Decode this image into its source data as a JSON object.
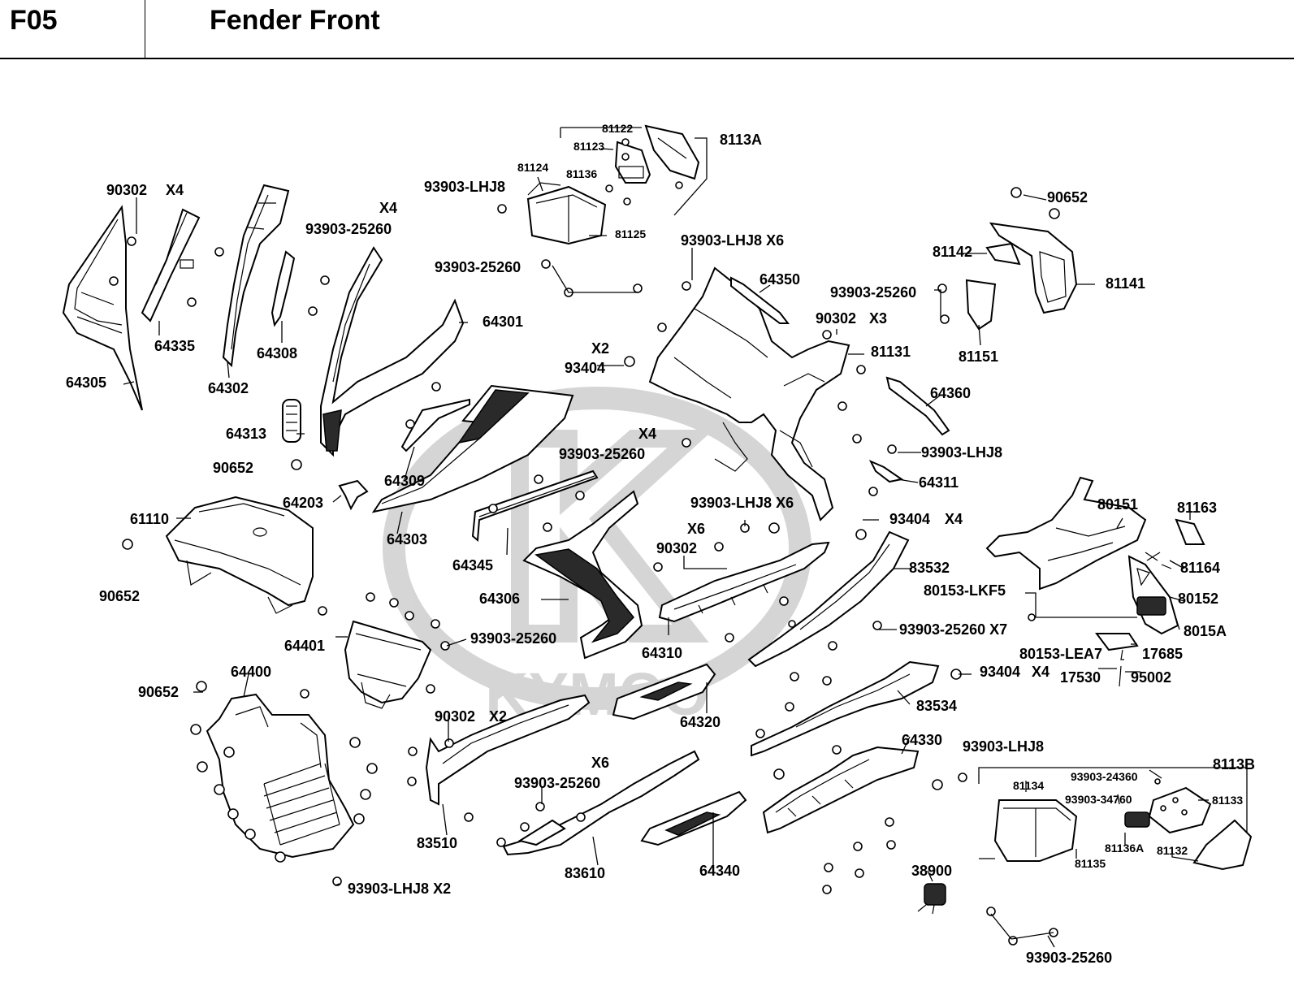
{
  "header": {
    "code": "F05",
    "title": "Fender Front"
  },
  "watermark": "KYMCO",
  "labels": {
    "l_90302_x4": "90302",
    "l_x4_a": "X4",
    "l_64305": "64305",
    "l_64335": "64335",
    "l_64302": "64302",
    "l_64308": "64308",
    "l_x4_b": "X4",
    "l_93903_25260_a": "93903-25260",
    "l_64301": "64301",
    "l_64313": "64313",
    "l_90652_a": "90652",
    "l_64309": "64309",
    "l_64203": "64203",
    "l_64303": "64303",
    "l_61110": "61110",
    "l_90652_b": "90652",
    "l_81122": "81122",
    "l_81123": "81123",
    "l_81124": "81124",
    "l_81136": "81136",
    "l_81125": "81125",
    "l_8113A": "8113A",
    "l_93903_LHJ8_a": "93903-LHJ8",
    "l_93903_25260_b": "93903-25260",
    "l_93903_LHJ8_X6_a": "93903-LHJ8 X6",
    "l_64350": "64350",
    "l_x2_a": "X2",
    "l_93404_a": "93404",
    "l_90302_x3": "90302",
    "l_x3": "X3",
    "l_81131": "81131",
    "l_93903_25260_c": "93903-25260",
    "l_90652_c": "90652",
    "l_81142": "81142",
    "l_81141": "81141",
    "l_81151": "81151",
    "l_64360": "64360",
    "l_93903_LHJ8_b": "93903-LHJ8",
    "l_64311": "64311",
    "l_x4_c": "X4",
    "l_93903_25260_d": "93903-25260",
    "l_64345": "64345",
    "l_64306": "64306",
    "l_93903_LHJ8_X6_b": "93903-LHJ8 X6",
    "l_x6_a": "X6",
    "l_90302_b": "90302",
    "l_93404_x4_a": "93404",
    "l_x4_d": "X4",
    "l_64310": "64310",
    "l_83532": "83532",
    "l_80151": "80151",
    "l_81163": "81163",
    "l_81164": "81164",
    "l_80153_LKF5": "80153-LKF5",
    "l_80152": "80152",
    "l_8015A": "8015A",
    "l_93903_25260_X7": "93903-25260 X7",
    "l_80153_LEA7": "80153-LEA7",
    "l_17685": "17685",
    "l_17530": "17530",
    "l_95002": "95002",
    "l_93404_x4_b": "93404",
    "l_x4_e": "X4",
    "l_64401": "64401",
    "l_93903_25260_e": "93903-25260",
    "l_90652_d": "90652",
    "l_64400": "64400",
    "l_90302_x2": "90302",
    "l_x2_b": "X2",
    "l_64320": "64320",
    "l_83534": "83534",
    "l_x6_b": "X6",
    "l_93903_25260_f": "93903-25260",
    "l_83510": "83510",
    "l_83610": "83610",
    "l_64340": "64340",
    "l_64330": "64330",
    "l_93903_LHJ8_c": "93903-LHJ8",
    "l_8113B": "8113B",
    "l_81134": "81134",
    "l_93903_24360": "93903-24360",
    "l_81133": "81133",
    "l_93903_34760": "93903-34760",
    "l_81136A": "81136A",
    "l_81132": "81132",
    "l_81135": "81135",
    "l_38900": "38900",
    "l_93903_LHJ8_X2": "93903-LHJ8 X2",
    "l_93903_25260_g": "93903-25260"
  }
}
